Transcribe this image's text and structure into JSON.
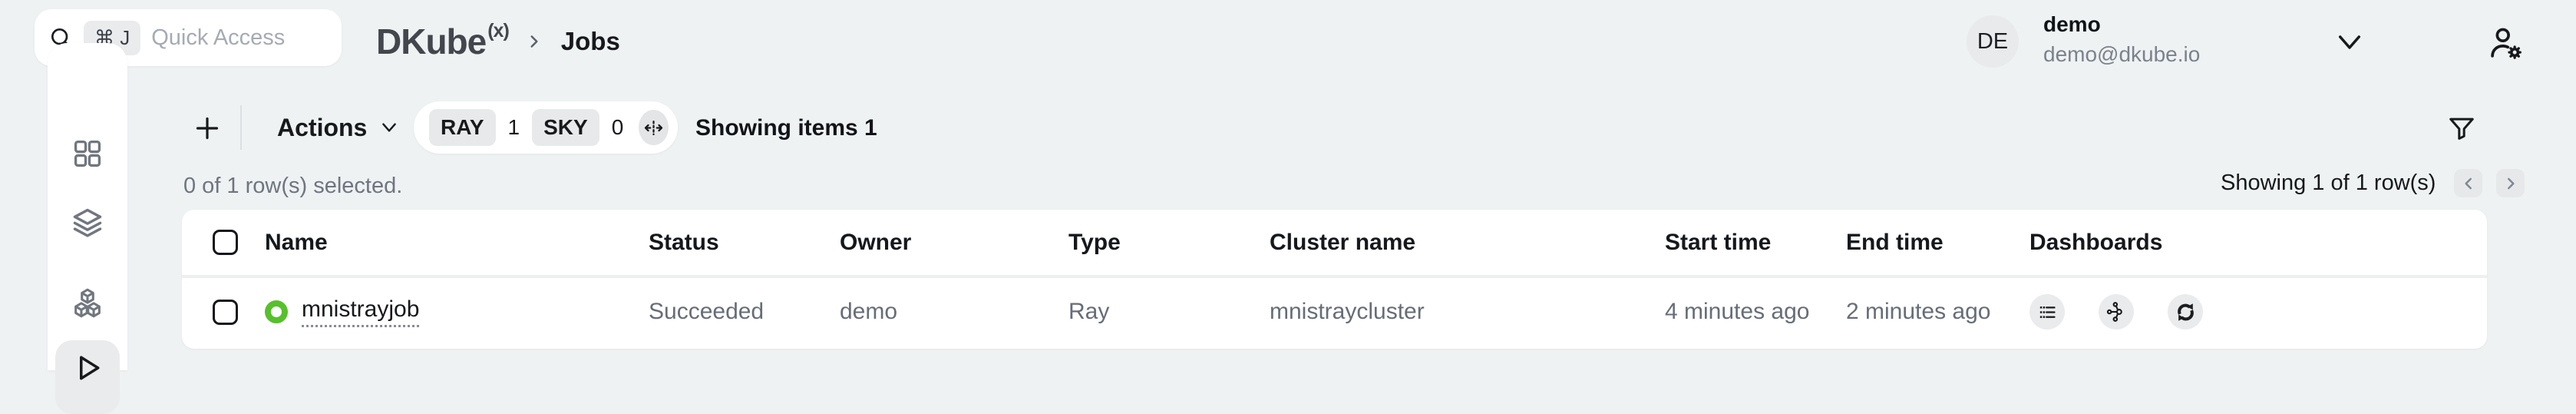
{
  "topbar": {
    "search_placeholder": "Quick Access",
    "search_shortcut": "⌘ J",
    "breadcrumb_app": "DKube",
    "breadcrumb_app_sup": "(x)",
    "breadcrumb_page": "Jobs",
    "user_initials": "DE",
    "user_name": "demo",
    "user_email": "demo@dkube.io"
  },
  "sidebar": {
    "items": [
      {
        "icon": "grid-icon",
        "active": false
      },
      {
        "icon": "layers-icon",
        "active": false
      },
      {
        "icon": "cubes-icon",
        "active": false
      },
      {
        "icon": "play-icon",
        "active": true
      }
    ]
  },
  "toolbar": {
    "actions_label": "Actions",
    "counters": [
      {
        "label": "RAY",
        "value": "1"
      },
      {
        "label": "SKY",
        "value": "0"
      }
    ],
    "showing_items": "Showing items 1"
  },
  "status_bar": {
    "selected_text": "0 of 1 row(s) selected.",
    "showing_text": "Showing 1 of 1 row(s)"
  },
  "table": {
    "columns": [
      "Name",
      "Status",
      "Owner",
      "Type",
      "Cluster name",
      "Start time",
      "End time",
      "Dashboards"
    ],
    "rows": [
      {
        "name": "mnistrayjob",
        "status": "Succeeded",
        "owner": "demo",
        "type": "Ray",
        "cluster_name": "mnistraycluster",
        "start_time": "4 minutes ago",
        "end_time": "2 minutes ago",
        "dashboard_icons": [
          "logs-icon",
          "workflow-icon",
          "refresh-icon"
        ]
      }
    ]
  },
  "colors": {
    "page_bg": "#eff2f3",
    "surface": "#ffffff",
    "badge_bg": "#e7e9ea",
    "text_primary": "#17191c",
    "text_secondary": "#6e7580",
    "status_green": "#57c02c"
  }
}
